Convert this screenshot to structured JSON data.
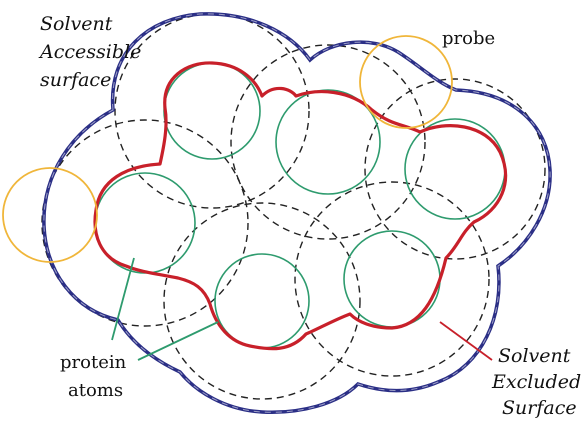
{
  "labels": {
    "sas_line1": "Solvent",
    "sas_line2": "Accessible",
    "sas_line3": "surface",
    "probe": "probe",
    "atoms_line1": "protein",
    "atoms_line2": "atoms",
    "ses_line1": "Solvent",
    "ses_line2": "Excluded",
    "ses_line3": "Surface"
  },
  "colors": {
    "accessible_surface": "#2b2f86",
    "excluded_surface": "#c8202a",
    "atom": "#2e9b6e",
    "probe": "#f0b63a",
    "dashed": "#222222",
    "text": "#111111"
  }
}
